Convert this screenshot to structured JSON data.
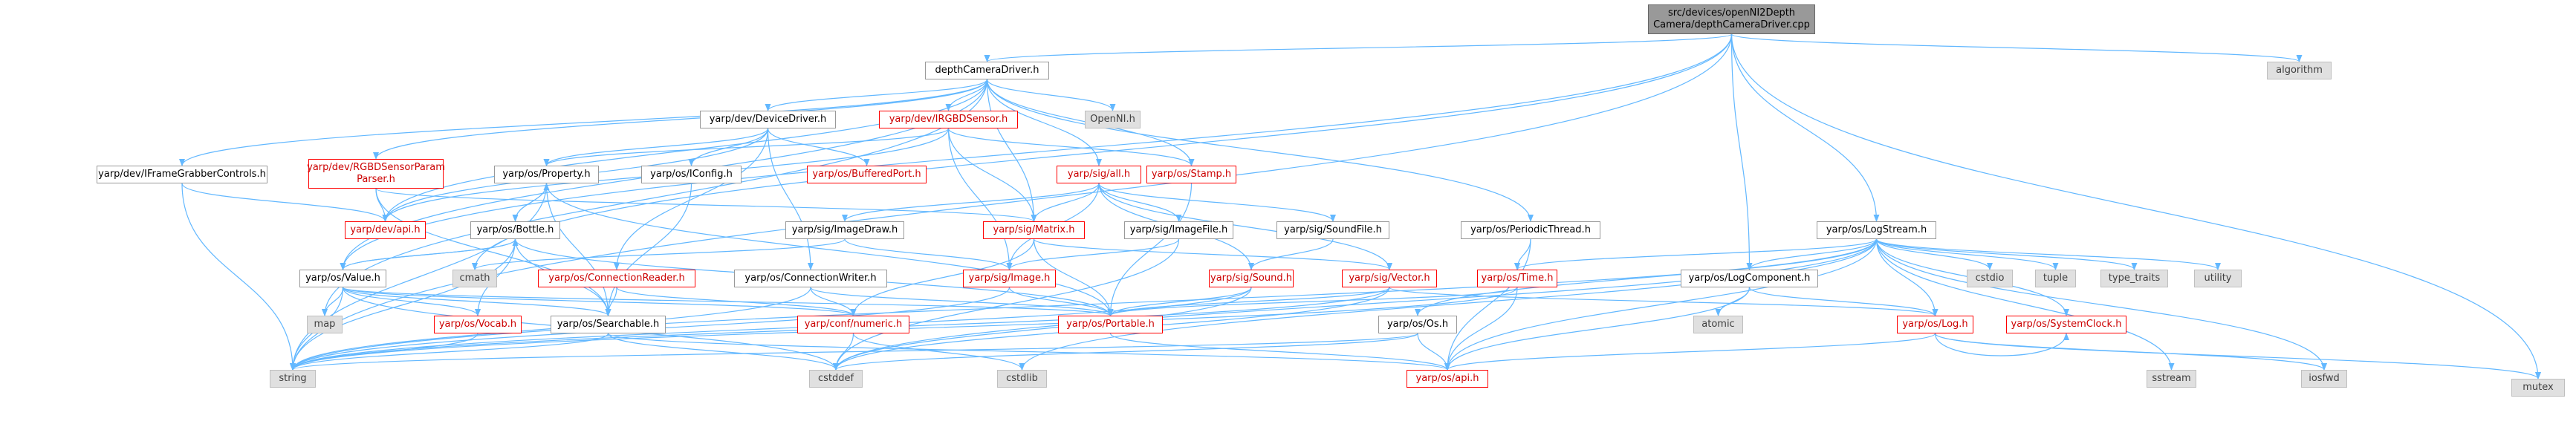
{
  "graph": {
    "edge_color": "#63b8ff",
    "nodes": [
      {
        "id": "root",
        "label": "src/devices/openNI2Depth\nCamera/depthCameraDriver.cpp",
        "style": "root"
      },
      {
        "id": "dcd",
        "label": "depthCameraDriver.h",
        "style": "normal"
      },
      {
        "id": "algorithm",
        "label": "algorithm",
        "style": "system"
      },
      {
        "id": "mutex",
        "label": "mutex",
        "style": "system"
      },
      {
        "id": "logstream",
        "label": "yarp/os/LogStream.h",
        "style": "normal"
      },
      {
        "id": "logcomponent",
        "label": "yarp/os/LogComponent.h",
        "style": "normal"
      },
      {
        "id": "devicedriver",
        "label": "yarp/dev/DeviceDriver.h",
        "style": "normal"
      },
      {
        "id": "rgbdsensor",
        "label": "yarp/dev/IRGBDSensor.h",
        "style": "red"
      },
      {
        "id": "openni",
        "label": "OpenNI.h",
        "style": "system"
      },
      {
        "id": "iframegrabber",
        "label": "yarp/dev/IFrameGrabberControls.h",
        "style": "normal"
      },
      {
        "id": "rgbdparser",
        "label": "yarp/dev/RGBDSensorParam\nParser.h",
        "style": "red"
      },
      {
        "id": "property",
        "label": "yarp/os/Property.h",
        "style": "normal"
      },
      {
        "id": "iconfig",
        "label": "yarp/os/IConfig.h",
        "style": "normal"
      },
      {
        "id": "bufferedport",
        "label": "yarp/os/BufferedPort.h",
        "style": "red"
      },
      {
        "id": "stamp",
        "label": "yarp/os/Stamp.h",
        "style": "red"
      },
      {
        "id": "sigall",
        "label": "yarp/sig/all.h",
        "style": "red"
      },
      {
        "id": "devapi",
        "label": "yarp/dev/api.h",
        "style": "red"
      },
      {
        "id": "bottle",
        "label": "yarp/os/Bottle.h",
        "style": "normal"
      },
      {
        "id": "imagedraw",
        "label": "yarp/sig/ImageDraw.h",
        "style": "normal"
      },
      {
        "id": "matrix",
        "label": "yarp/sig/Matrix.h",
        "style": "red"
      },
      {
        "id": "imagefile",
        "label": "yarp/sig/ImageFile.h",
        "style": "normal"
      },
      {
        "id": "soundfile",
        "label": "yarp/sig/SoundFile.h",
        "style": "normal"
      },
      {
        "id": "periodicthread",
        "label": "yarp/os/PeriodicThread.h",
        "style": "normal"
      },
      {
        "id": "cmath",
        "label": "cmath",
        "style": "system"
      },
      {
        "id": "value",
        "label": "yarp/os/Value.h",
        "style": "normal"
      },
      {
        "id": "connreader",
        "label": "yarp/os/ConnectionReader.h",
        "style": "red"
      },
      {
        "id": "connwriter",
        "label": "yarp/os/ConnectionWriter.h",
        "style": "normal"
      },
      {
        "id": "image",
        "label": "yarp/sig/Image.h",
        "style": "red"
      },
      {
        "id": "sound",
        "label": "yarp/sig/Sound.h",
        "style": "red"
      },
      {
        "id": "vector",
        "label": "yarp/sig/Vector.h",
        "style": "red"
      },
      {
        "id": "time",
        "label": "yarp/os/Time.h",
        "style": "red"
      },
      {
        "id": "map",
        "label": "map",
        "style": "system"
      },
      {
        "id": "vocab",
        "label": "yarp/os/Vocab.h",
        "style": "red"
      },
      {
        "id": "searchable",
        "label": "yarp/os/Searchable.h",
        "style": "normal"
      },
      {
        "id": "numeric",
        "label": "yarp/conf/numeric.h",
        "style": "red"
      },
      {
        "id": "portable",
        "label": "yarp/os/Portable.h",
        "style": "red"
      },
      {
        "id": "os",
        "label": "yarp/os/Os.h",
        "style": "normal"
      },
      {
        "id": "log",
        "label": "yarp/os/Log.h",
        "style": "red"
      },
      {
        "id": "systemclock",
        "label": "yarp/os/SystemClock.h",
        "style": "red"
      },
      {
        "id": "cstdio",
        "label": "cstdio",
        "style": "system"
      },
      {
        "id": "tuple",
        "label": "tuple",
        "style": "system"
      },
      {
        "id": "typetraits",
        "label": "type_traits",
        "style": "system"
      },
      {
        "id": "utility",
        "label": "utility",
        "style": "system"
      },
      {
        "id": "atomic",
        "label": "atomic",
        "style": "system"
      },
      {
        "id": "string",
        "label": "string",
        "style": "system"
      },
      {
        "id": "cstddef",
        "label": "cstddef",
        "style": "system"
      },
      {
        "id": "cstdlib",
        "label": "cstdlib",
        "style": "system"
      },
      {
        "id": "sstream",
        "label": "sstream",
        "style": "system"
      },
      {
        "id": "osapi",
        "label": "yarp/os/api.h",
        "style": "red"
      },
      {
        "id": "iosfwd",
        "label": "iosfwd",
        "style": "system"
      }
    ],
    "edges": [
      [
        "root",
        "dcd"
      ],
      [
        "root",
        "algorithm"
      ],
      [
        "root",
        "mutex"
      ],
      [
        "root",
        "logstream"
      ],
      [
        "root",
        "logcomponent"
      ],
      [
        "root",
        "string"
      ],
      [
        "root",
        "value"
      ],
      [
        "root",
        "cmath"
      ],
      [
        "dcd",
        "devicedriver"
      ],
      [
        "dcd",
        "rgbdsensor"
      ],
      [
        "dcd",
        "openni"
      ],
      [
        "dcd",
        "iframegrabber"
      ],
      [
        "dcd",
        "rgbdparser"
      ],
      [
        "dcd",
        "stamp"
      ],
      [
        "dcd",
        "sigall"
      ],
      [
        "dcd",
        "matrix"
      ],
      [
        "dcd",
        "periodicthread"
      ],
      [
        "dcd",
        "value"
      ],
      [
        "dcd",
        "devapi"
      ],
      [
        "dcd",
        "map"
      ],
      [
        "devicedriver",
        "property"
      ],
      [
        "devicedriver",
        "iconfig"
      ],
      [
        "devicedriver",
        "bufferedport"
      ],
      [
        "devicedriver",
        "connreader"
      ],
      [
        "devicedriver",
        "connwriter"
      ],
      [
        "devicedriver",
        "devapi"
      ],
      [
        "rgbdsensor",
        "property"
      ],
      [
        "rgbdsensor",
        "stamp"
      ],
      [
        "rgbdsensor",
        "matrix"
      ],
      [
        "rgbdsensor",
        "image"
      ],
      [
        "rgbdsensor",
        "devapi"
      ],
      [
        "iframegrabber",
        "devapi"
      ],
      [
        "iframegrabber",
        "string"
      ],
      [
        "rgbdparser",
        "devapi"
      ],
      [
        "rgbdparser",
        "matrix"
      ],
      [
        "rgbdparser",
        "searchable"
      ],
      [
        "property",
        "bottle"
      ],
      [
        "property",
        "portable"
      ],
      [
        "property",
        "searchable"
      ],
      [
        "property",
        "string"
      ],
      [
        "iconfig",
        "searchable"
      ],
      [
        "stamp",
        "portable"
      ],
      [
        "sigall",
        "imagedraw"
      ],
      [
        "sigall",
        "matrix"
      ],
      [
        "sigall",
        "imagefile"
      ],
      [
        "sigall",
        "soundfile"
      ],
      [
        "sigall",
        "image"
      ],
      [
        "sigall",
        "sound"
      ],
      [
        "sigall",
        "vector"
      ],
      [
        "bottle",
        "property"
      ],
      [
        "bottle",
        "value"
      ],
      [
        "bottle",
        "vocab"
      ],
      [
        "bottle",
        "searchable"
      ],
      [
        "bottle",
        "portable"
      ],
      [
        "bottle",
        "string"
      ],
      [
        "imagedraw",
        "image"
      ],
      [
        "imagedraw",
        "cmath"
      ],
      [
        "matrix",
        "vector"
      ],
      [
        "matrix",
        "portable"
      ],
      [
        "matrix",
        "numeric"
      ],
      [
        "imagefile",
        "image"
      ],
      [
        "imagefile",
        "cstddef"
      ],
      [
        "soundfile",
        "sound"
      ],
      [
        "periodicthread",
        "time"
      ],
      [
        "periodicthread",
        "osapi"
      ],
      [
        "value",
        "bottle"
      ],
      [
        "value",
        "vocab"
      ],
      [
        "value",
        "searchable"
      ],
      [
        "value",
        "portable"
      ],
      [
        "value",
        "string"
      ],
      [
        "value",
        "map"
      ],
      [
        "value",
        "numeric"
      ],
      [
        "value",
        "cstddef"
      ],
      [
        "connreader",
        "searchable"
      ],
      [
        "connreader",
        "numeric"
      ],
      [
        "connwriter",
        "portable"
      ],
      [
        "connwriter",
        "numeric"
      ],
      [
        "connwriter",
        "string"
      ],
      [
        "image",
        "portable"
      ],
      [
        "image",
        "string"
      ],
      [
        "sound",
        "portable"
      ],
      [
        "sound",
        "string"
      ],
      [
        "sound",
        "cstddef"
      ],
      [
        "vector",
        "portable"
      ],
      [
        "vector",
        "string"
      ],
      [
        "vector",
        "cstddef"
      ],
      [
        "vector",
        "log"
      ],
      [
        "time",
        "portable"
      ],
      [
        "time",
        "osapi"
      ],
      [
        "time",
        "string"
      ],
      [
        "vocab",
        "string"
      ],
      [
        "searchable",
        "string"
      ],
      [
        "searchable",
        "cstddef"
      ],
      [
        "searchable",
        "osapi"
      ],
      [
        "numeric",
        "cstddef"
      ],
      [
        "numeric",
        "cstdlib"
      ],
      [
        "portable",
        "osapi"
      ],
      [
        "os",
        "osapi"
      ],
      [
        "os",
        "string"
      ],
      [
        "os",
        "cstddef"
      ],
      [
        "logstream",
        "cstdio"
      ],
      [
        "logstream",
        "tuple"
      ],
      [
        "logstream",
        "typetraits"
      ],
      [
        "logstream",
        "utility"
      ],
      [
        "logstream",
        "logcomponent"
      ],
      [
        "logstream",
        "log"
      ],
      [
        "logstream",
        "systemclock"
      ],
      [
        "logstream",
        "time"
      ],
      [
        "logstream",
        "os"
      ],
      [
        "logstream",
        "string"
      ],
      [
        "logstream",
        "sstream"
      ],
      [
        "logstream",
        "iosfwd"
      ],
      [
        "logstream",
        "cstdlib"
      ],
      [
        "logstream",
        "osapi"
      ],
      [
        "logstream",
        "cstddef"
      ],
      [
        "logcomponent",
        "atomic"
      ],
      [
        "logcomponent",
        "log"
      ],
      [
        "logcomponent",
        "osapi"
      ],
      [
        "log",
        "osapi"
      ],
      [
        "log",
        "iosfwd"
      ],
      [
        "log",
        "mutex"
      ],
      [
        "log",
        "systemclock"
      ]
    ]
  }
}
